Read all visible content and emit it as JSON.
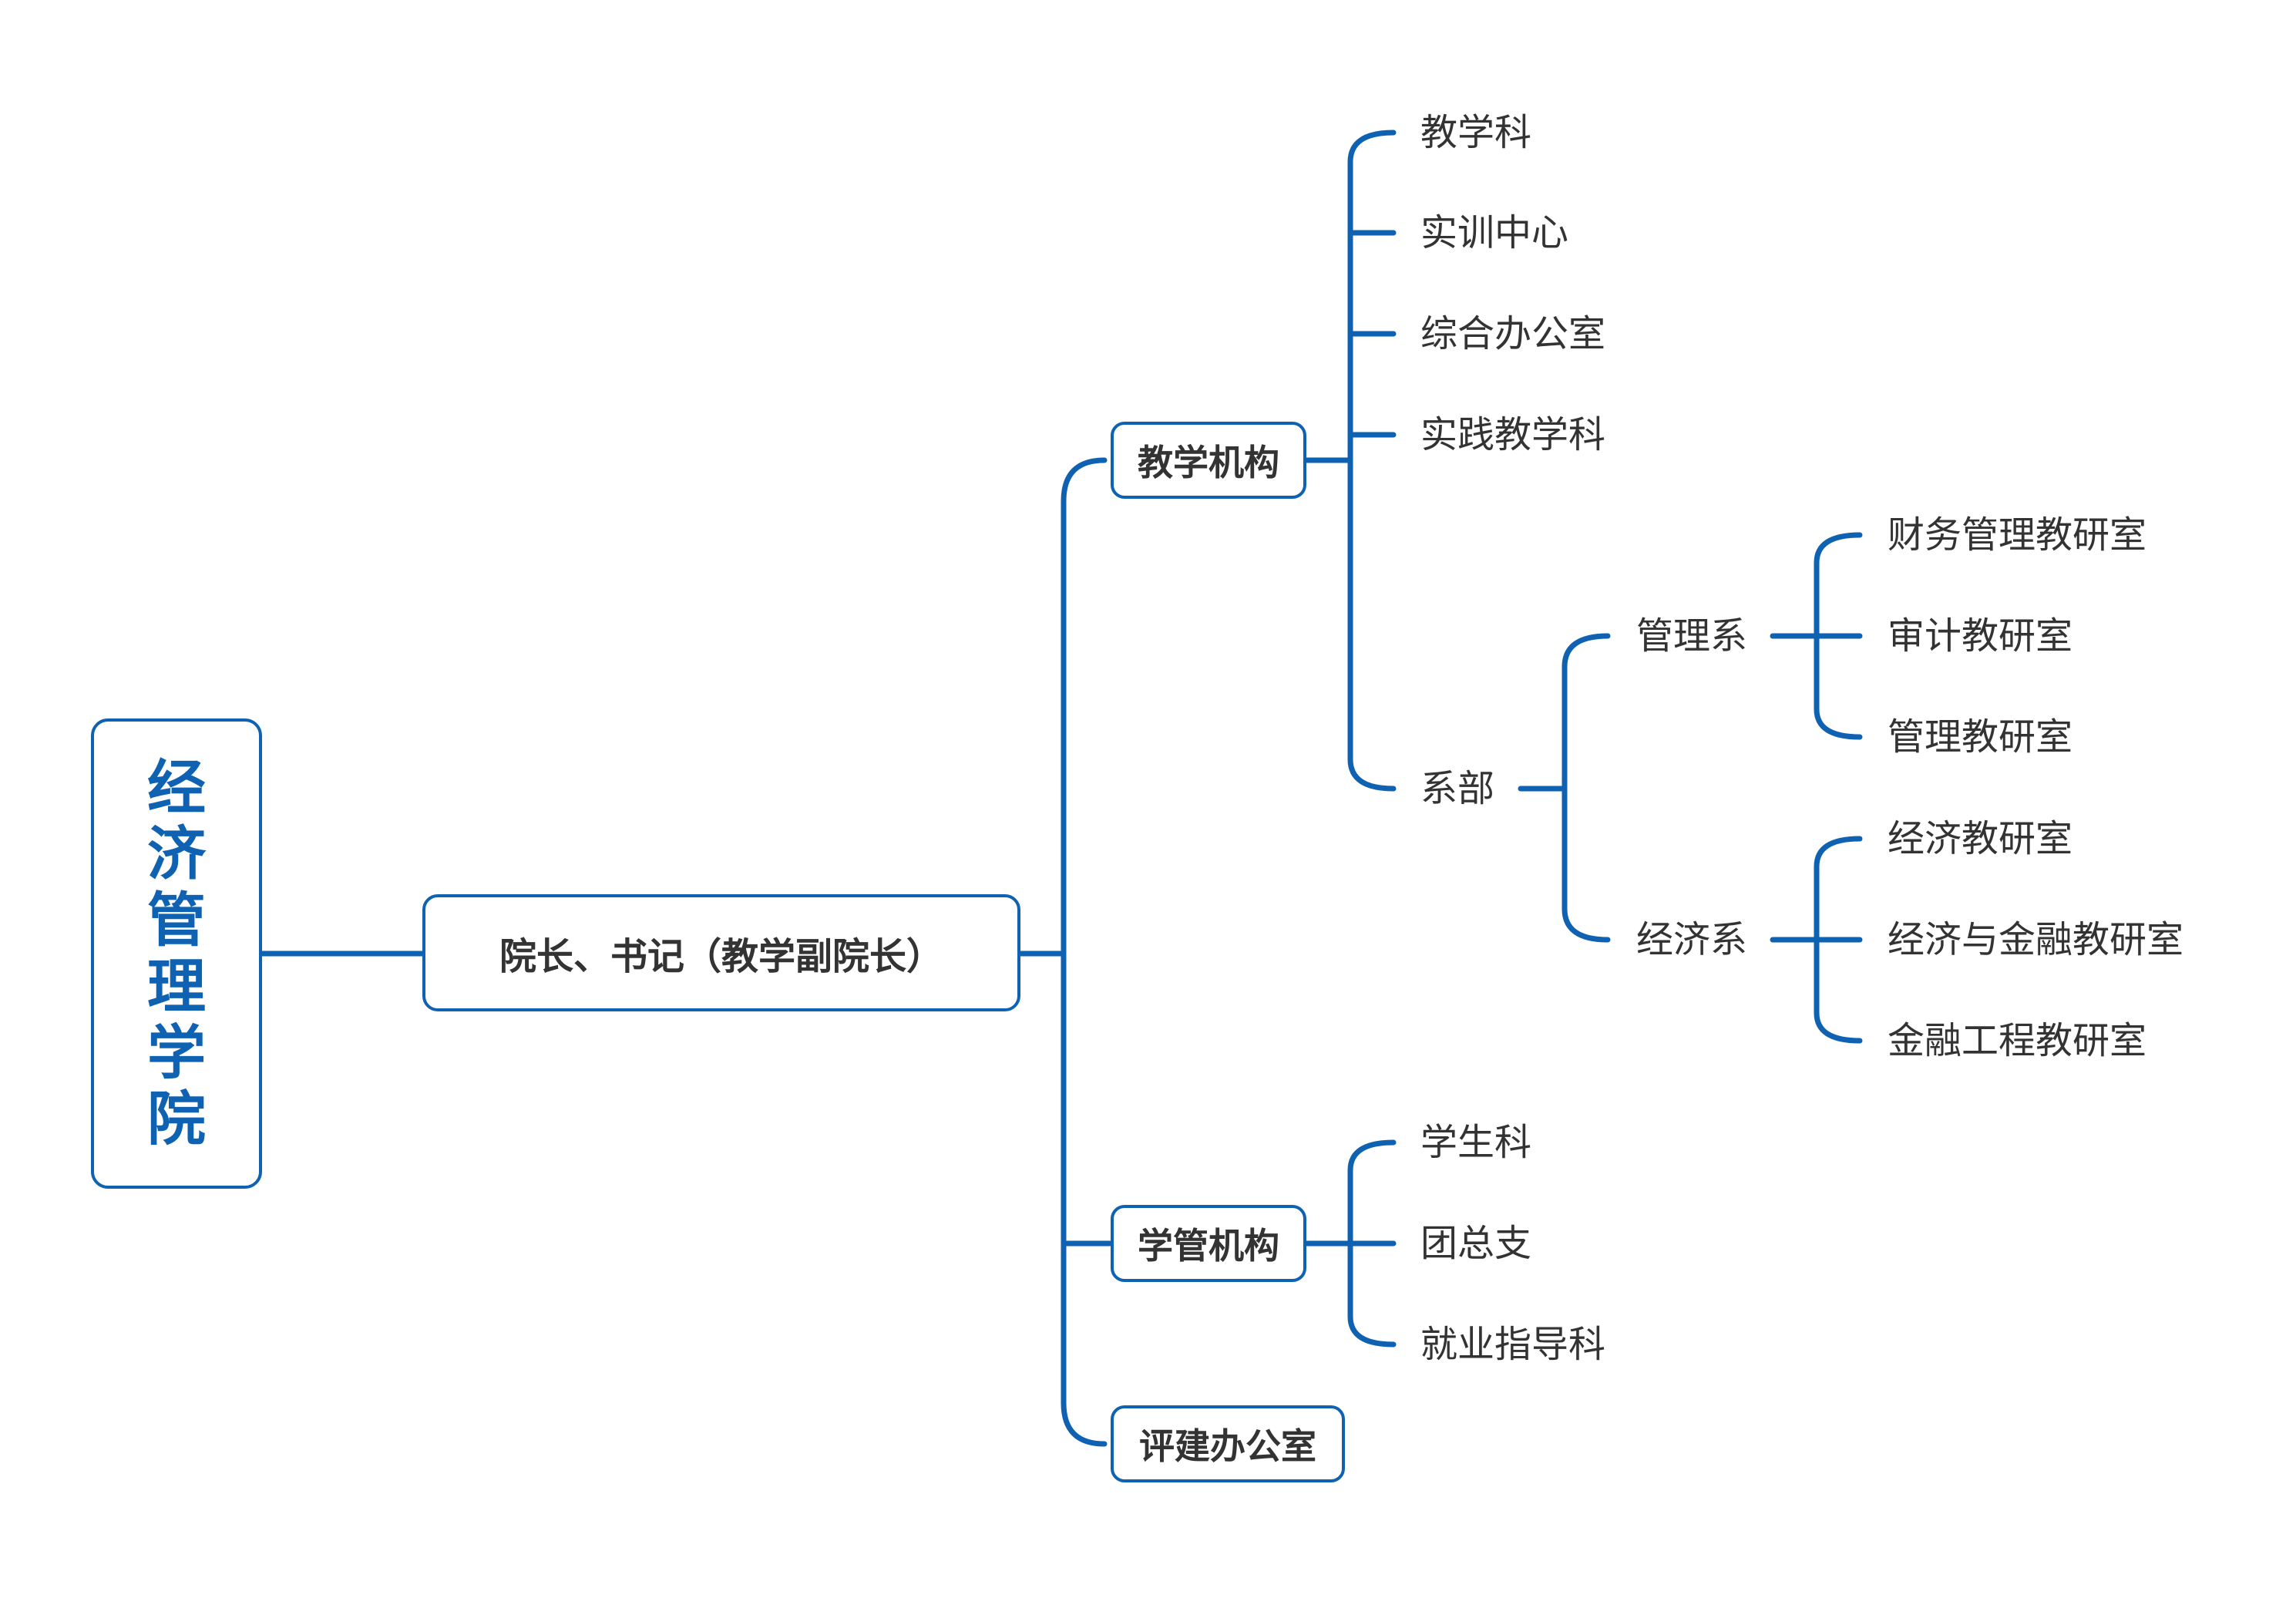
{
  "root": {
    "label": "经济管理学院",
    "chars": [
      "经",
      "济",
      "管",
      "理",
      "学",
      "院"
    ]
  },
  "leader": {
    "label": "院长、书记（教学副院长）"
  },
  "teaching_org": {
    "label": "教学机构",
    "children": [
      "教学科",
      "实训中心",
      "综合办公室",
      "实践教学科"
    ],
    "departments": {
      "label": "系部",
      "management": {
        "label": "管理系",
        "children": [
          "财务管理教研室",
          "审计教研室",
          "管理教研室"
        ]
      },
      "economics": {
        "label": "经济系",
        "children": [
          "经济教研室",
          "经济与金融教研室",
          "金融工程教研室"
        ]
      }
    }
  },
  "student_org": {
    "label": "学管机构",
    "children": [
      "学生科",
      "团总支",
      "就业指导科"
    ]
  },
  "evaluation_office": {
    "label": "评建办公室"
  },
  "colors": {
    "accent": "#0f62b1",
    "text": "#333333"
  }
}
